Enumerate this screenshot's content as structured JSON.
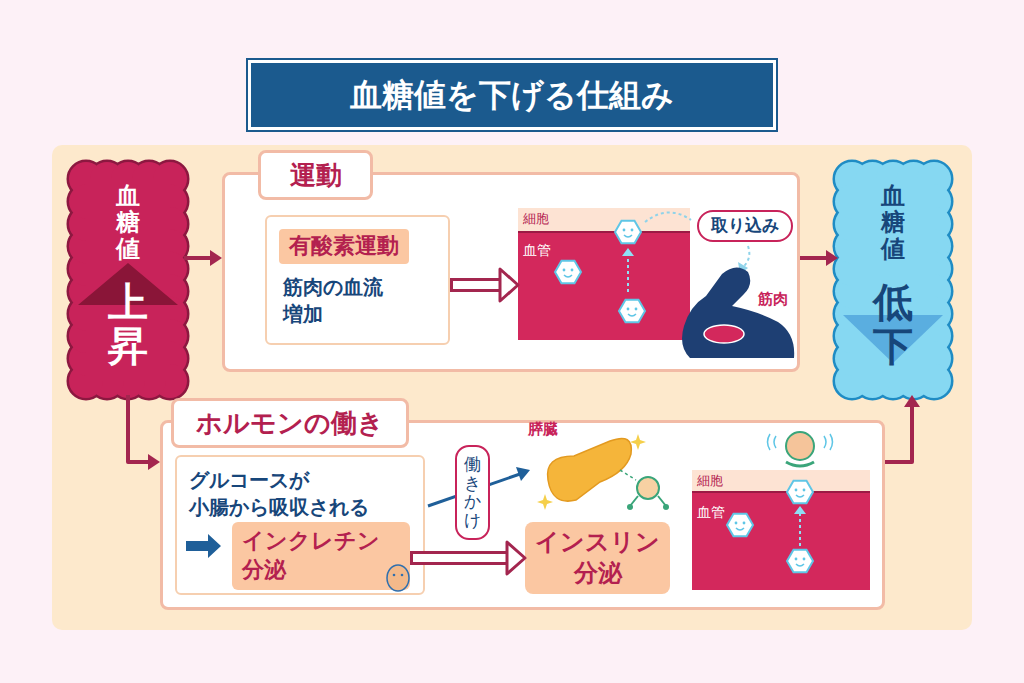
{
  "diagram": {
    "title": "血糖値を下げる仕組み",
    "nodes": [
      {
        "text": [
          "血糖値",
          "上昇"
        ]
      },
      {
        "text": [
          "運動"
        ]
      },
      {
        "text": [
          "有酸素運動",
          "筋肉の血流 増加"
        ],
        "in": 1
      },
      {
        "text": [
          "細胞",
          "血管"
        ],
        "in": 1
      },
      {
        "text": [
          "血糖値",
          "低下"
        ]
      },
      {
        "text": [
          "ホルモンの働き"
        ]
      },
      {
        "text": [
          "グルコースが 小腸から吸収される"
        ],
        "in": 5
      },
      {
        "text": [
          "インクレチン 分泌"
        ],
        "in": 6
      },
      {
        "text": [
          "インスリン 分泌"
        ],
        "in": 5
      },
      {
        "text": [
          "細胞",
          "血管"
        ],
        "in": 5
      }
    ],
    "edges": [
      {
        "from": 0,
        "to": 1,
        "arrow": "to"
      },
      {
        "from": 1,
        "to": 4,
        "arrow": "to"
      },
      {
        "from": 2,
        "to": 3,
        "arrow": "to"
      },
      {
        "from": 0,
        "to": 5,
        "arrow": "to"
      },
      {
        "from": 7,
        "to": 8,
        "arrow": "to"
      },
      {
        "from": 5,
        "to": 4,
        "arrow": "to"
      }
    ],
    "labels": [
      "取り込み",
      "筋肉",
      "働きかけ",
      "膵臓"
    ]
  }
}
